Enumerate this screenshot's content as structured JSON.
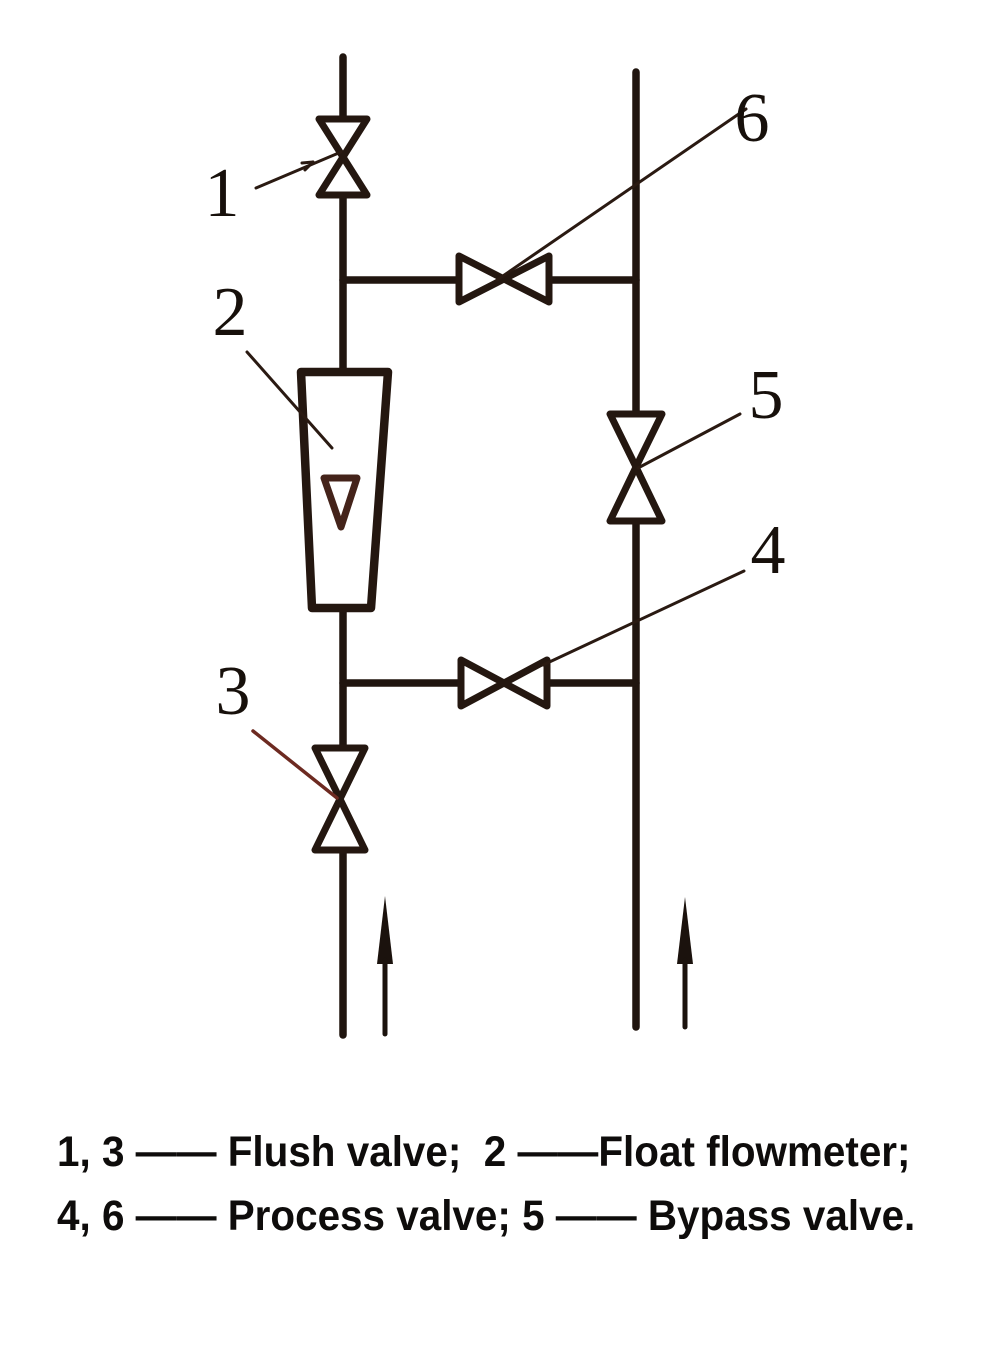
{
  "diagram": {
    "callouts": {
      "c1": "1",
      "c2": "2",
      "c3": "3",
      "c4": "4",
      "c5": "5",
      "c6": "6"
    },
    "components": {
      "valve_1": "Flush valve",
      "flowmeter_2": "Float flowmeter",
      "valve_3": "Flush valve",
      "valve_4": "Process valve",
      "valve_5": "Bypass valve",
      "valve_6": "Process valve"
    }
  },
  "legend": {
    "line1": "1, 3 —— Flush valve;  2 ——Float flowmeter;",
    "line2": "4, 6 —— Process valve; 5 —— Bypass valve.",
    "items": [
      {
        "refs": "1, 3",
        "meaning": "Flush valve"
      },
      {
        "refs": "2",
        "meaning": "Float flowmeter"
      },
      {
        "refs": "4, 6",
        "meaning": "Process valve"
      },
      {
        "refs": "5",
        "meaning": "Bypass valve"
      }
    ]
  },
  "colors": {
    "ink": "#20150f",
    "leader": "#2a1a12",
    "leader_red": "#6d2a21",
    "text": "#0e0c0b",
    "background": "#ffffff"
  }
}
